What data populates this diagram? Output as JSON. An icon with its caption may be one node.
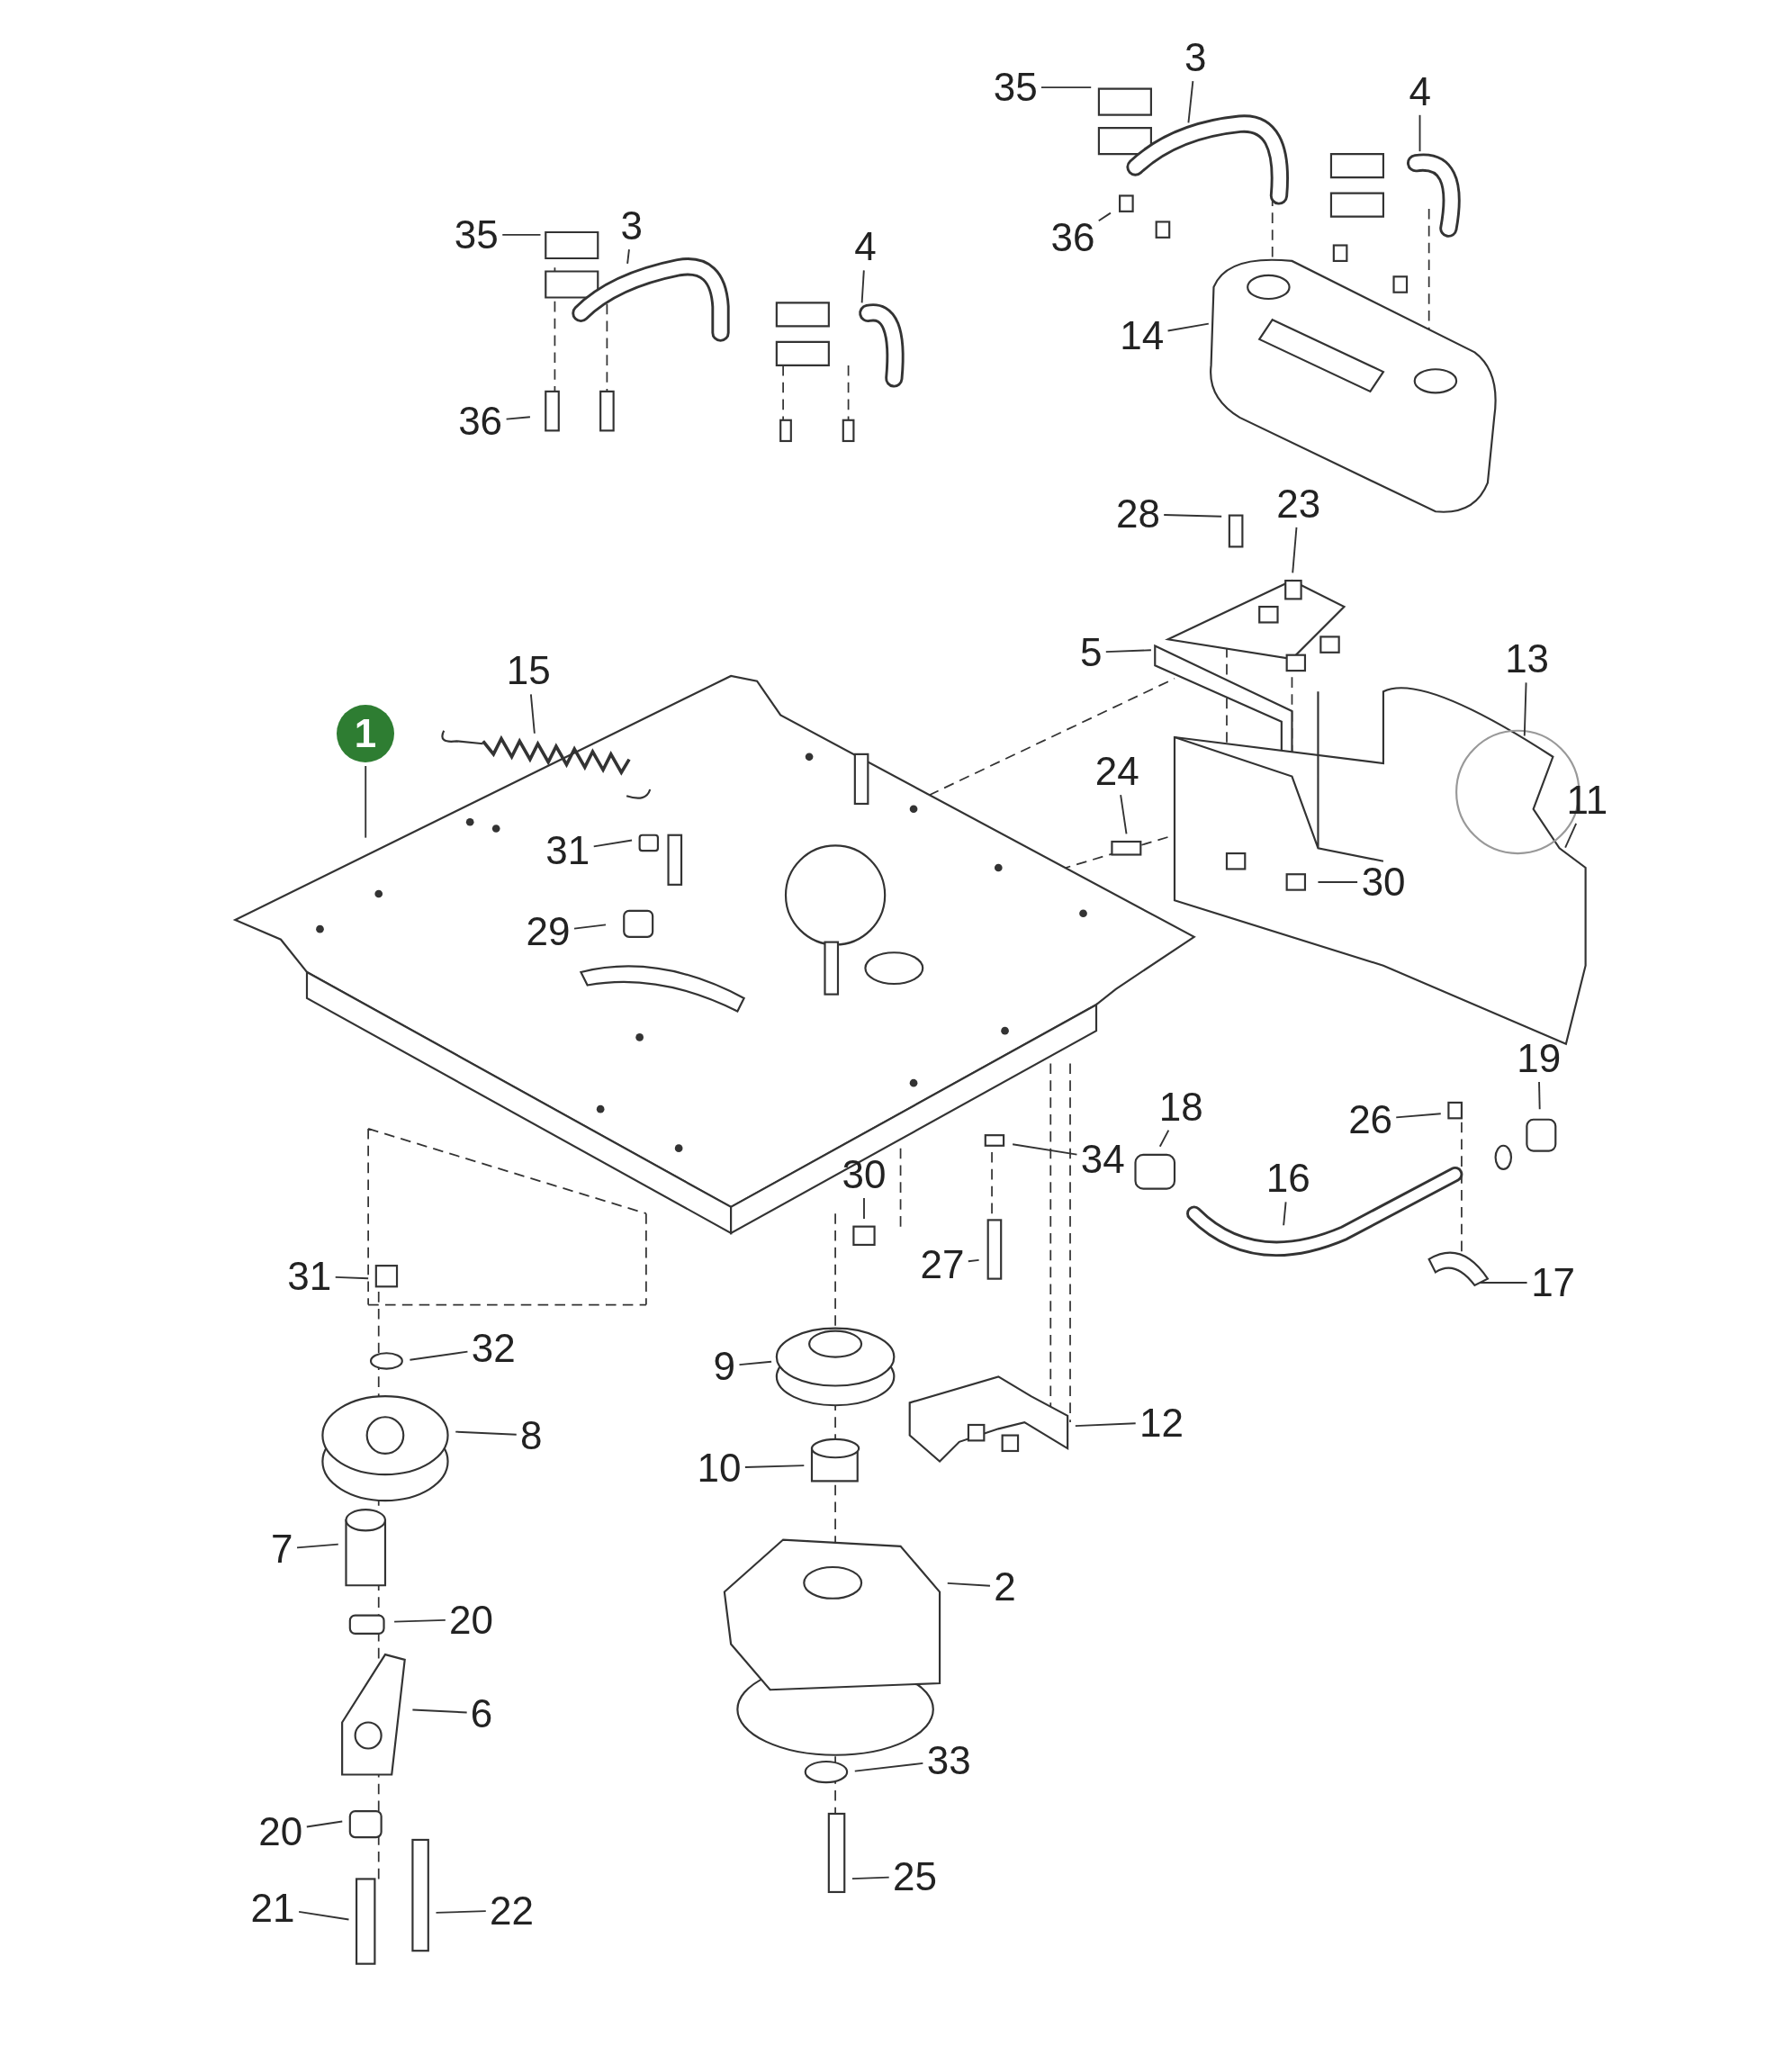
{
  "diagram": {
    "nodes": [
      {
        "text": [
          "35"
        ]
      },
      {
        "text": [
          "3"
        ]
      },
      {
        "text": [
          "4"
        ]
      },
      {
        "text": [
          "35"
        ]
      },
      {
        "text": [
          "3"
        ]
      },
      {
        "text": [
          "36"
        ]
      },
      {
        "text": [
          "4"
        ]
      },
      {
        "text": [
          "14"
        ]
      },
      {
        "text": [
          "36"
        ]
      },
      {
        "text": [
          "28"
        ]
      },
      {
        "text": [
          "23"
        ]
      },
      {
        "text": [
          "5"
        ]
      },
      {
        "text": [
          "13"
        ]
      },
      {
        "text": [
          "1"
        ]
      },
      {
        "text": [
          "15"
        ]
      },
      {
        "text": [
          "24"
        ]
      },
      {
        "text": [
          "11"
        ]
      },
      {
        "text": [
          "31"
        ]
      },
      {
        "text": [
          "30"
        ]
      },
      {
        "text": [
          "29"
        ]
      },
      {
        "text": [
          "19"
        ]
      },
      {
        "text": [
          "26"
        ]
      },
      {
        "text": [
          "18"
        ]
      },
      {
        "text": [
          "34"
        ]
      },
      {
        "text": [
          "16"
        ]
      },
      {
        "text": [
          "30"
        ]
      },
      {
        "text": [
          "27"
        ]
      },
      {
        "text": [
          "31"
        ]
      },
      {
        "text": [
          "17"
        ]
      },
      {
        "text": [
          "32"
        ]
      },
      {
        "text": [
          "9"
        ]
      },
      {
        "text": [
          "8"
        ]
      },
      {
        "text": [
          "12"
        ]
      },
      {
        "text": [
          "10"
        ]
      },
      {
        "text": [
          "7"
        ]
      },
      {
        "text": [
          "2"
        ]
      },
      {
        "text": [
          "20"
        ]
      },
      {
        "text": [
          "6"
        ]
      },
      {
        "text": [
          "33"
        ]
      },
      {
        "text": [
          "20"
        ]
      },
      {
        "text": [
          "21"
        ]
      },
      {
        "text": [
          "22"
        ]
      },
      {
        "text": [
          "25"
        ]
      }
    ],
    "edges": [
      {
        "from": 0,
        "to": null,
        "arrow": "none"
      },
      {
        "from": 1,
        "to": null,
        "arrow": "none"
      },
      {
        "from": 2,
        "to": null,
        "arrow": "none"
      },
      {
        "from": 3,
        "to": null,
        "arrow": "none"
      },
      {
        "from": 4,
        "to": null,
        "arrow": "none"
      },
      {
        "from": 5,
        "to": null,
        "arrow": "none"
      },
      {
        "from": 6,
        "to": null,
        "arrow": "none"
      },
      {
        "from": 7,
        "to": null,
        "arrow": "none"
      },
      {
        "from": 8,
        "to": null,
        "arrow": "none"
      },
      {
        "from": 9,
        "to": null,
        "arrow": "none"
      },
      {
        "from": 10,
        "to": null,
        "arrow": "none"
      },
      {
        "from": 11,
        "to": null,
        "arrow": "none"
      },
      {
        "from": 12,
        "to": null,
        "arrow": "none"
      },
      {
        "from": 13,
        "to": null,
        "arrow": "none"
      },
      {
        "from": 14,
        "to": null,
        "arrow": "none"
      },
      {
        "from": 15,
        "to": null,
        "arrow": "none"
      },
      {
        "from": 16,
        "to": null,
        "arrow": "none"
      },
      {
        "from": 17,
        "to": null,
        "arrow": "none"
      },
      {
        "from": 18,
        "to": null,
        "arrow": "none"
      },
      {
        "from": 19,
        "to": null,
        "arrow": "none"
      },
      {
        "from": 20,
        "to": null,
        "arrow": "none"
      },
      {
        "from": 21,
        "to": null,
        "arrow": "none"
      },
      {
        "from": 22,
        "to": null,
        "arrow": "none"
      },
      {
        "from": 23,
        "to": null,
        "arrow": "none"
      },
      {
        "from": 24,
        "to": null,
        "arrow": "none"
      },
      {
        "from": 25,
        "to": null,
        "arrow": "none"
      },
      {
        "from": 26,
        "to": null,
        "arrow": "none"
      },
      {
        "from": 27,
        "to": null,
        "arrow": "none"
      },
      {
        "from": 28,
        "to": null,
        "arrow": "none"
      },
      {
        "from": 29,
        "to": null,
        "arrow": "none"
      },
      {
        "from": 30,
        "to": null,
        "arrow": "none"
      },
      {
        "from": 31,
        "to": null,
        "arrow": "none"
      },
      {
        "from": 32,
        "to": null,
        "arrow": "none"
      },
      {
        "from": 33,
        "to": null,
        "arrow": "none"
      },
      {
        "from": 34,
        "to": null,
        "arrow": "none"
      },
      {
        "from": 35,
        "to": null,
        "arrow": "none"
      },
      {
        "from": 36,
        "to": null,
        "arrow": "none"
      },
      {
        "from": 37,
        "to": null,
        "arrow": "none"
      },
      {
        "from": 38,
        "to": null,
        "arrow": "none"
      },
      {
        "from": 39,
        "to": null,
        "arrow": "none"
      },
      {
        "from": 40,
        "to": null,
        "arrow": "none"
      },
      {
        "from": 41,
        "to": null,
        "arrow": "none"
      },
      {
        "from": 42,
        "to": null,
        "arrow": "none"
      }
    ]
  }
}
